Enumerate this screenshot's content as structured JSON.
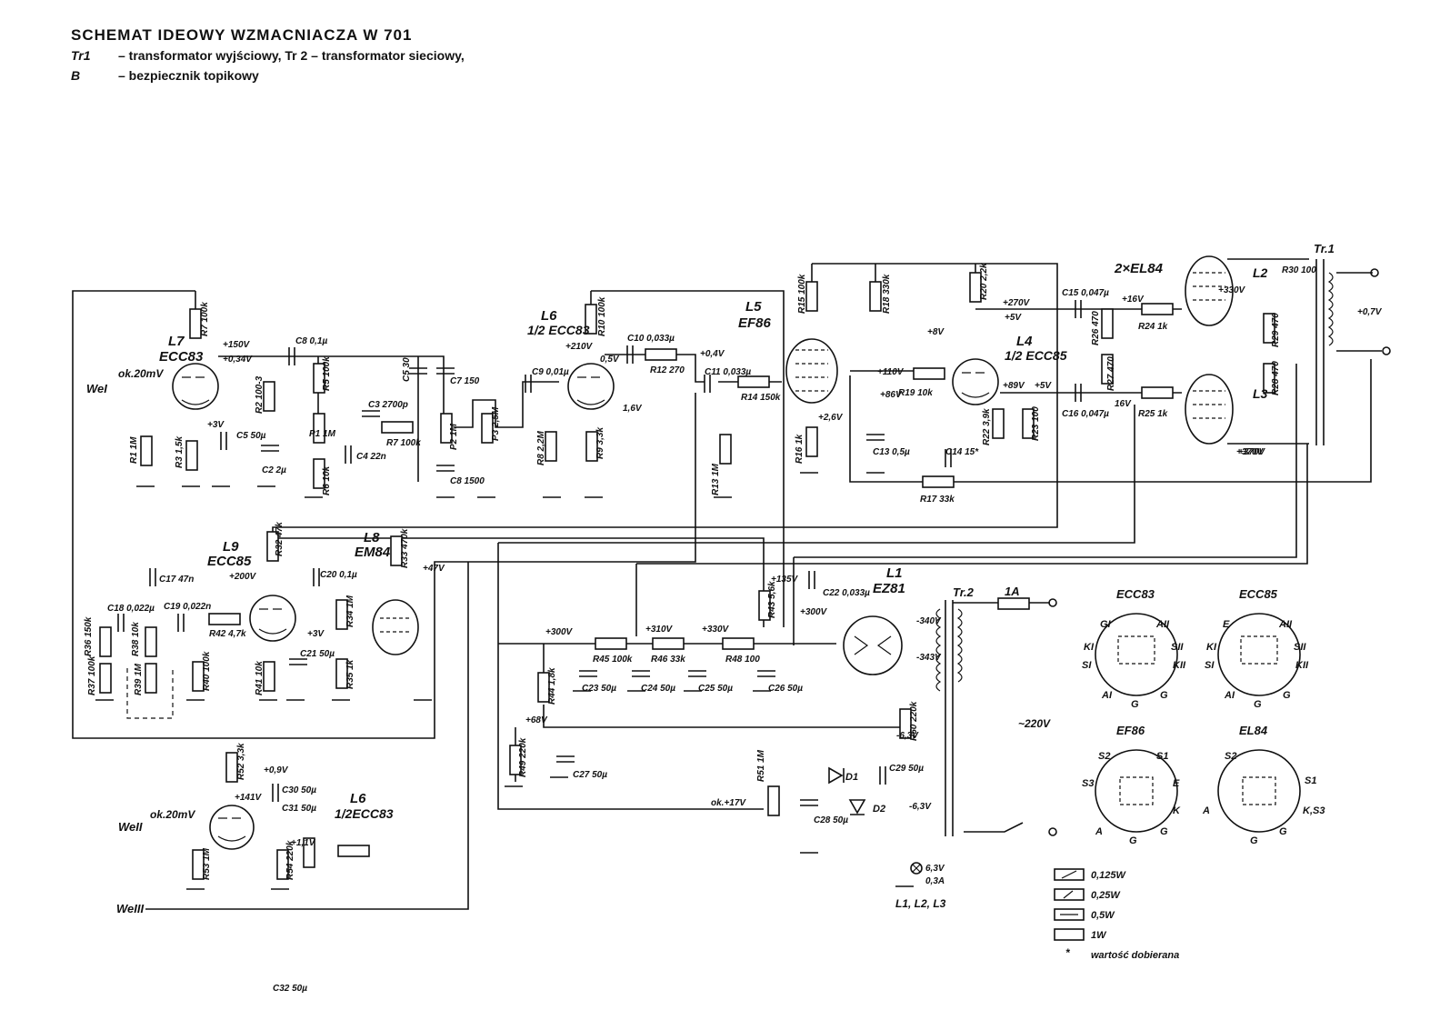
{
  "header": {
    "title": "SCHEMAT IDEOWY WZMACNIACZA W 701",
    "legend": [
      {
        "symbol": "Tr1",
        "text": "– transformator wyjściowy, Tr 2 – transformator sieciowy,"
      },
      {
        "symbol": "B",
        "text": "– bezpiecznik topikowy"
      }
    ]
  },
  "tubes": [
    {
      "ref": "L7",
      "type": "ECC83"
    },
    {
      "ref": "L6",
      "type": "1/2 ECC83"
    },
    {
      "ref": "L5",
      "type": "EF86"
    },
    {
      "ref": "L4",
      "type": "1/2 ECC85"
    },
    {
      "ref": "2×EL84",
      "type": ""
    },
    {
      "ref": "L2",
      "type": ""
    },
    {
      "ref": "L3",
      "type": ""
    },
    {
      "ref": "L9",
      "type": "ECC85"
    },
    {
      "ref": "L8",
      "type": "EM84"
    },
    {
      "ref": "L1",
      "type": "EZ81"
    },
    {
      "ref": "L6",
      "type": "1/2ECC83"
    }
  ],
  "inputs": [
    {
      "name": "WeI",
      "level": "ok.20mV"
    },
    {
      "name": "WeII",
      "level": "ok.20mV"
    },
    {
      "name": "WeIII",
      "level": ""
    }
  ],
  "transformers": {
    "tr1": "Tr.1",
    "tr2": "Tr.2",
    "fuse": "1A",
    "mains": "~220V"
  },
  "voltages": [
    "+150V",
    "+0,34V",
    "+3V",
    "+210V",
    "0,5V",
    "+0,4V",
    "1,6V",
    "+2,6V",
    "+270V",
    "+5V",
    "+8V",
    "+110V",
    "+86V",
    "+89V",
    "+5V",
    "+330V",
    "+370V",
    "+16V",
    "16V",
    "+0,7V",
    "+200V",
    "+47V",
    "+3V",
    "+135V",
    "+300V",
    "+310V",
    "+330V",
    "+300V",
    "-340V",
    "-343V",
    "+68V",
    "-6,3V",
    "-6,3V",
    "ok.+17V",
    "+0,9V",
    "+141V",
    "+1,1V",
    "6,3V",
    "0,3A",
    "+370V"
  ],
  "resistors": [
    "R7 100k",
    "R1 1M",
    "R3 1,5k",
    "R2 100-3",
    "R5 100k",
    "P1 1M",
    "R6 10k",
    "R7 100k",
    "P2 1M",
    "P3 2,5M",
    "R10 100k",
    "R8 2,2M",
    "R9 3,3k",
    "R12 270",
    "R14 150k",
    "R13 1M",
    "R15 100k",
    "R16 1k",
    "R18 330k",
    "R19 10k",
    "R20 2,2k",
    "R22 3,9k",
    "R23 100",
    "R17 33k",
    "R24 1k",
    "R25 1k",
    "R26 470",
    "R27 470",
    "R29 470",
    "R28 470",
    "R30 100",
    "R32 47k",
    "R33 470k",
    "R34 1M",
    "R35 1k",
    "R36 150k",
    "R37 100k",
    "R38 10k",
    "R39 1M",
    "R40 100k",
    "R41 10k",
    "R42 4,7k",
    "R43 5,6k",
    "R44 1,8k",
    "R45 100k",
    "R46 33k",
    "R48 100",
    "R49 220k",
    "R50 220k",
    "R51 1M",
    "R52 3,3k",
    "R53 1M",
    "R54 220k"
  ],
  "capacitors": [
    "C8 0,1µ",
    "C5 50µ",
    "C2 2µ",
    "C3 2700p",
    "C4 22n",
    "C5 30",
    "C7 150",
    "C8 1500",
    "C9 0,01µ",
    "C10 0,033µ",
    "C11 0,033µ",
    "C13 0,5µ",
    "C14 15*",
    "C15 0,047µ",
    "C16 0,047µ",
    "C17 47n",
    "C18 0,022µ",
    "C19 0,022n",
    "C20 0,1µ",
    "C21 50µ",
    "C22 0,033µ",
    "C23 50µ",
    "C24 50µ",
    "C25 50µ",
    "C26 50µ",
    "C27 50µ",
    "C28 50µ",
    "C29 50µ",
    "C30 50µ",
    "C31 50µ",
    "C32 50µ"
  ],
  "diodes": [
    "D1",
    "D2"
  ],
  "lamps": "L1, L2, L3",
  "pinouts": [
    {
      "tube": "ECC83",
      "pins": [
        "GI",
        "AII",
        "KI",
        "SII",
        "SI",
        "KII",
        "AI",
        "G",
        "G"
      ]
    },
    {
      "tube": "ECC85",
      "pins": [
        "E",
        "AII",
        "KI",
        "SII",
        "SI",
        "KII",
        "AI",
        "G",
        "G"
      ]
    },
    {
      "tube": "EF86",
      "pins": [
        "S2",
        "S1",
        "S3",
        "E",
        "K",
        "A",
        "G",
        "G"
      ]
    },
    {
      "tube": "EL84",
      "pins": [
        "S2",
        "S1",
        "A",
        "K,S3",
        "G",
        "G"
      ]
    }
  ],
  "power_legend": [
    {
      "label": "0,125W"
    },
    {
      "label": "0,25W"
    },
    {
      "label": "0,5W"
    },
    {
      "label": "1W"
    },
    {
      "label": "wartość dobierana",
      "symbol": "*"
    }
  ]
}
